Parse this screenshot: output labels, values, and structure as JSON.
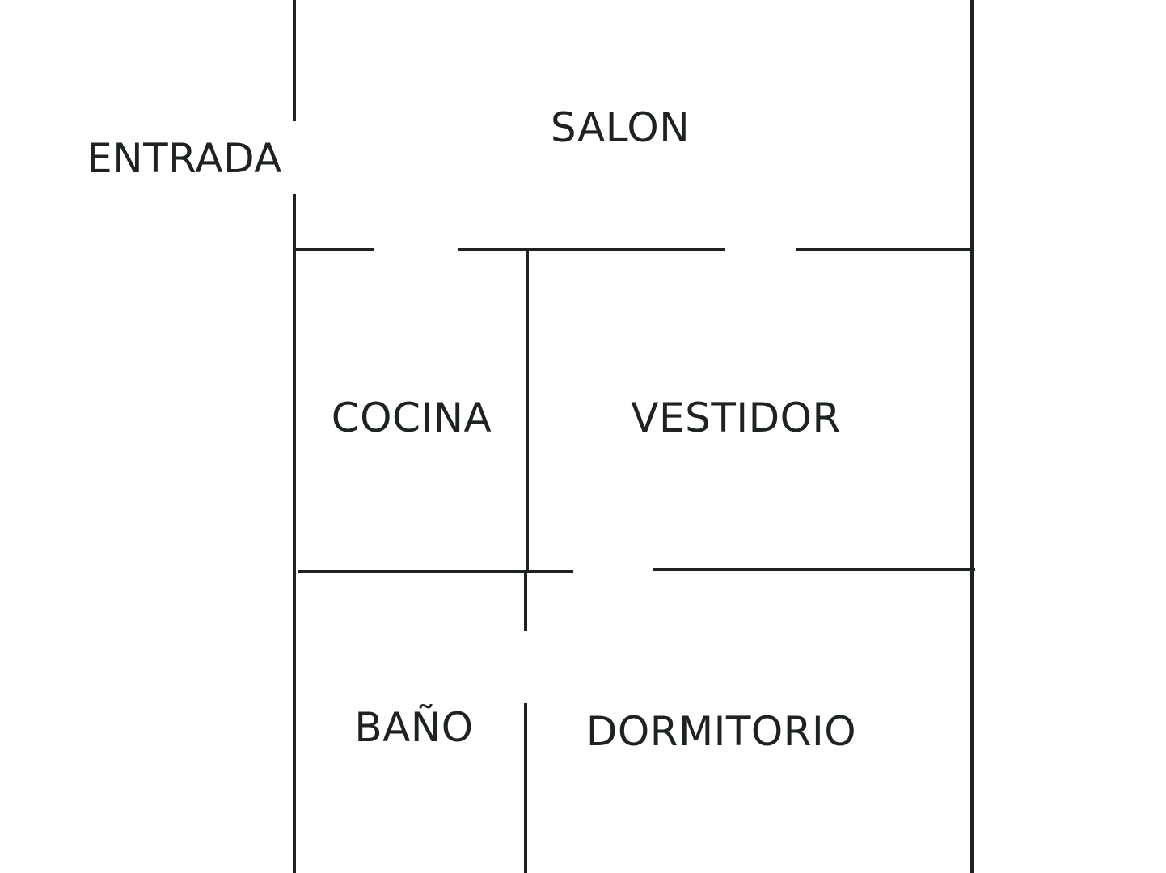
{
  "floorplan": {
    "labels": {
      "entrance": "ENTRADA",
      "living_room": "SALON",
      "kitchen": "COCINA",
      "dressing_room": "VESTIDOR",
      "bathroom": "BAÑO",
      "bedroom": "DORMITORIO"
    },
    "colors": {
      "wall": "#1e2321",
      "text": "#1e2321",
      "background": "#ffffff"
    }
  }
}
